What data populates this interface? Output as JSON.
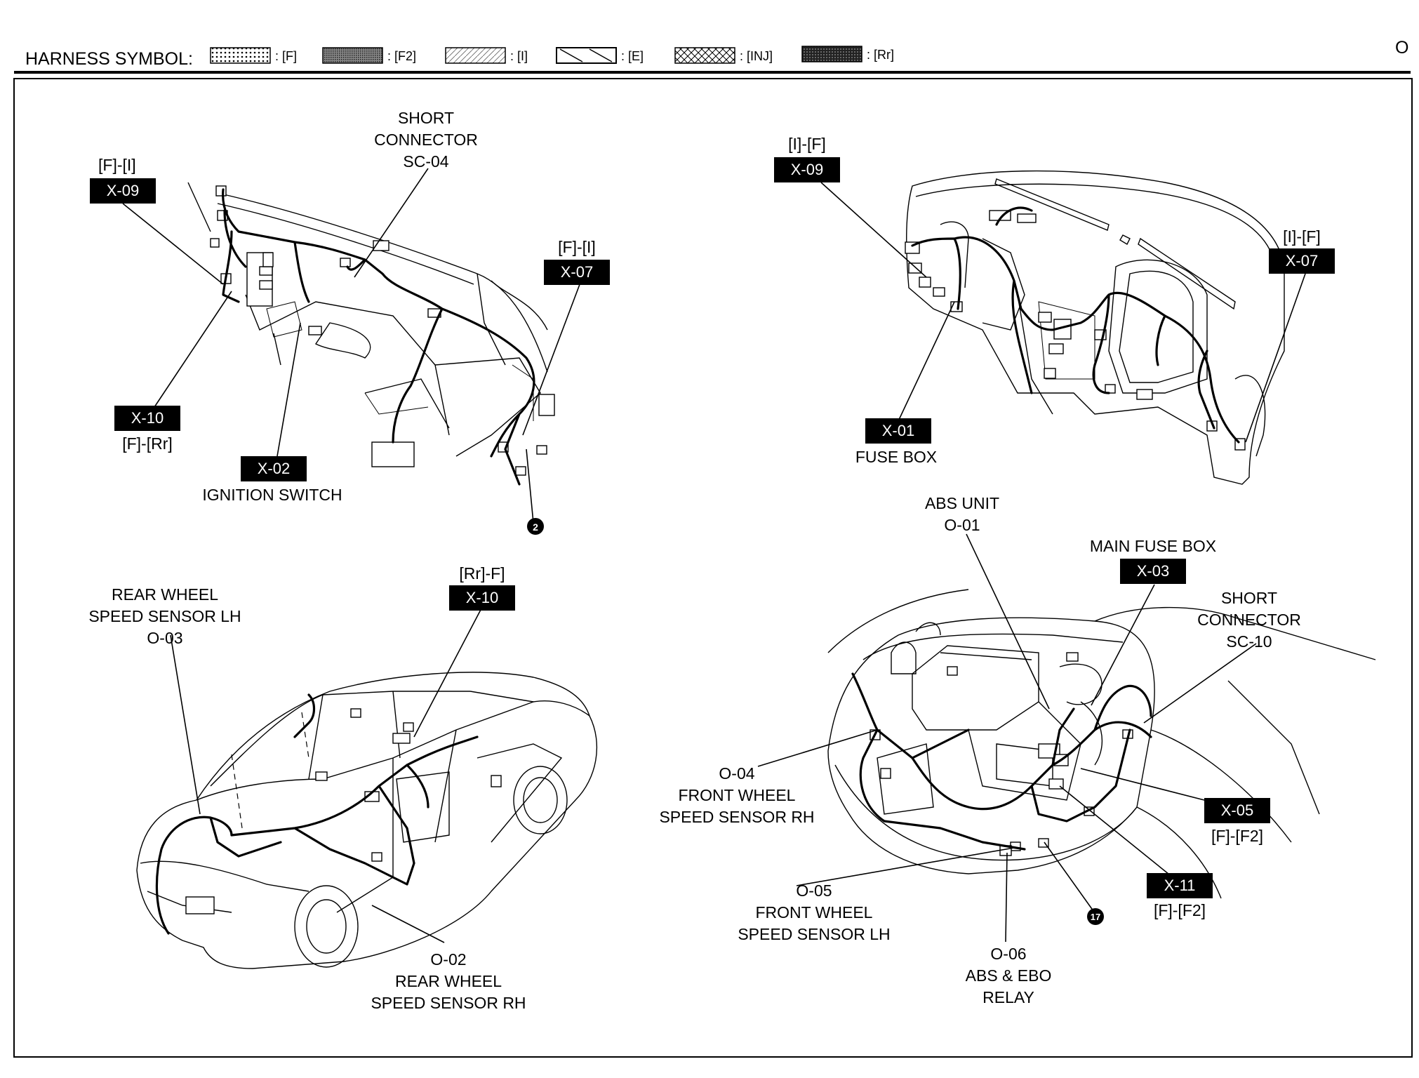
{
  "header": {
    "title": "HARNESS SYMBOL:",
    "page_mark": "O",
    "symbols": [
      {
        "label": ": [F]",
        "pattern": "dots"
      },
      {
        "label": ": [F2]",
        "pattern": "fine"
      },
      {
        "label": ": [I]",
        "pattern": "hatch-light"
      },
      {
        "label": ": [E]",
        "pattern": "diag"
      },
      {
        "label": ": [INJ]",
        "pattern": "cross"
      },
      {
        "label": ": [Rr]",
        "pattern": "dense"
      }
    ]
  },
  "panels": {
    "dash_left": {
      "x09": {
        "id": "X-09",
        "code": "[F]-[I]"
      },
      "short_connector": {
        "line1": "SHORT",
        "line2": "CONNECTOR",
        "id": "SC-04"
      },
      "x07": {
        "id": "X-07",
        "code": "[F]-[I]"
      },
      "x10": {
        "id": "X-10",
        "code": "[F]-[Rr]"
      },
      "x02": {
        "id": "X-02",
        "name": "IGNITION SWITCH"
      },
      "ground": "2"
    },
    "dash_right": {
      "x09": {
        "id": "X-09",
        "code": "[I]-[F]"
      },
      "x07": {
        "id": "X-07",
        "code": "[I]-[F]"
      },
      "x01": {
        "id": "X-01",
        "name": "FUSE BOX"
      }
    },
    "rear_car": {
      "rear_lh": {
        "line1": "REAR WHEEL",
        "line2": "SPEED SENSOR LH",
        "id": "O-03"
      },
      "x10": {
        "id": "X-10",
        "code": "[Rr]-F]"
      },
      "rear_rh": {
        "id": "O-02",
        "line1": "REAR WHEEL",
        "line2": "SPEED SENSOR RH"
      }
    },
    "engine": {
      "abs_unit": {
        "line1": "ABS UNIT",
        "id": "O-01"
      },
      "main_fuse": {
        "name": "MAIN FUSE BOX",
        "id": "X-03"
      },
      "short_connector": {
        "line1": "SHORT",
        "line2": "CONNECTOR",
        "id": "SC-10"
      },
      "front_rh": {
        "id": "O-04",
        "line1": "FRONT WHEEL",
        "line2": "SPEED SENSOR RH"
      },
      "x05": {
        "id": "X-05",
        "code": "[F]-[F2]"
      },
      "front_lh": {
        "id": "O-05",
        "line1": "FRONT WHEEL",
        "line2": "SPEED SENSOR LH"
      },
      "x11": {
        "id": "X-11",
        "code": "[F]-[F2]"
      },
      "relay": {
        "id": "O-06",
        "line1": "ABS & EBO",
        "line2": "RELAY"
      },
      "ground": "17"
    }
  }
}
